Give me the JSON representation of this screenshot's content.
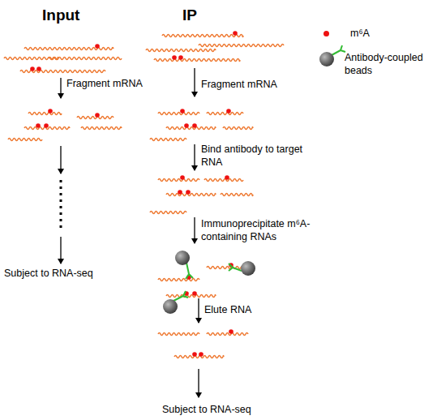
{
  "diagram": {
    "labels": [
      "Input",
      "IP",
      "Fragment mRNA",
      "Subject to RNA-seq",
      "Fragment mRNA",
      "Bind antibody to target RNA",
      "Immunoprecipitate m⁶A-containing RNAs",
      "Elute RNA",
      "Subject to RNA-seq"
    ],
    "legend": [
      {
        "text": "m⁶A",
        "color": "#ee1111"
      },
      {
        "text": "Antibody-coupled beads"
      }
    ]
  }
}
